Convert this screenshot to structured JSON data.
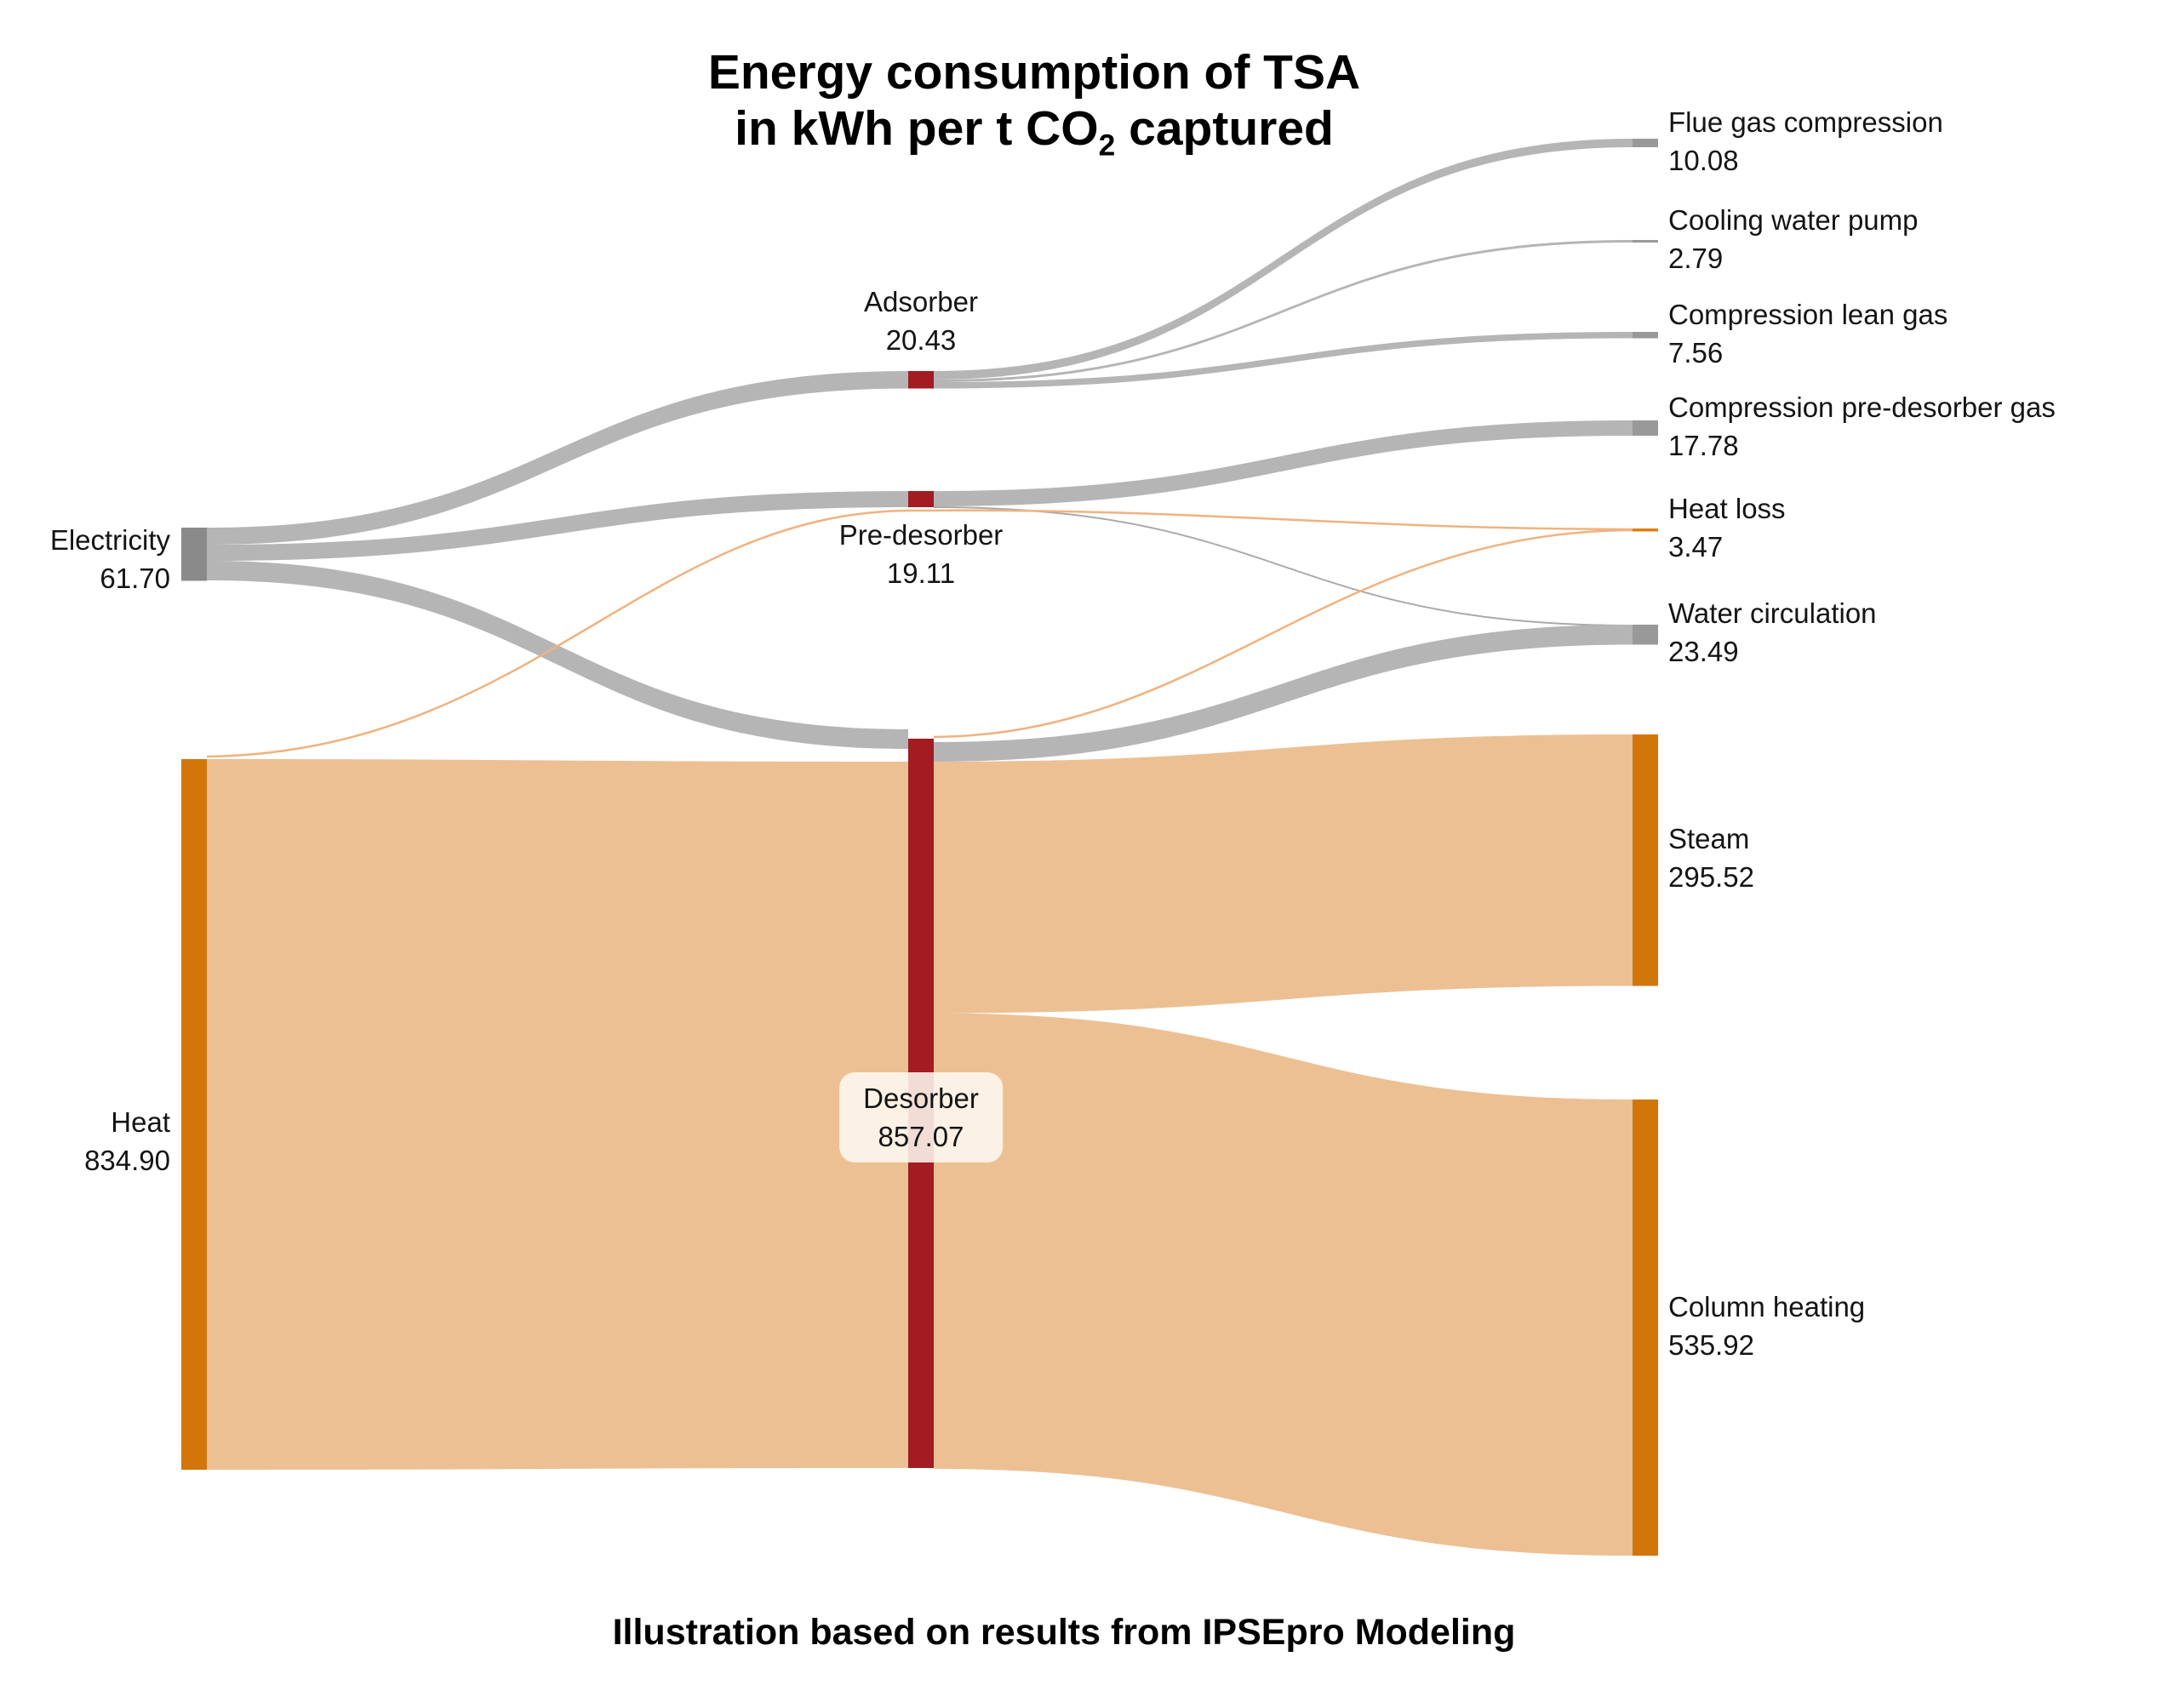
{
  "title": {
    "line1": "Energy consumption of TSA",
    "line2_pre": "in kWh per t CO",
    "line2_sub": "2",
    "line2_post": " captured"
  },
  "caption": {
    "text": "Illustration based on results from IPSEpro Modeling"
  },
  "chart_data": {
    "type": "sankey",
    "orientation": "left-to-right",
    "unit": "kWh per t CO2 captured",
    "columns": [
      "sources",
      "process-units",
      "sinks"
    ],
    "nodes": [
      {
        "name": "Electricity",
        "value": "61.70",
        "column": "left",
        "color": "#8a8a8a"
      },
      {
        "name": "Heat",
        "value": "834.90",
        "column": "left",
        "color": "#d2760c"
      },
      {
        "name": "Adsorber",
        "value": "20.43",
        "column": "middle",
        "color": "#a21c21"
      },
      {
        "name": "Pre-desorber",
        "value": "19.11",
        "column": "middle",
        "color": "#a21c21"
      },
      {
        "name": "Desorber",
        "value": "857.07",
        "column": "middle",
        "color": "#a21c21"
      },
      {
        "name": "Flue gas compression",
        "value": "10.08",
        "column": "right",
        "color": "#999999"
      },
      {
        "name": "Cooling water pump",
        "value": "2.79",
        "column": "right",
        "color": "#999999"
      },
      {
        "name": "Compression lean gas",
        "value": "7.56",
        "column": "right",
        "color": "#999999"
      },
      {
        "name": "Compression pre-desorber gas",
        "value": "17.78",
        "column": "right",
        "color": "#999999"
      },
      {
        "name": "Heat loss",
        "value": "3.47",
        "column": "right",
        "color": "#e07d10"
      },
      {
        "name": "Water circulation",
        "value": "23.49",
        "column": "right",
        "color": "#999999"
      },
      {
        "name": "Steam",
        "value": "295.52",
        "column": "right",
        "color": "#d2760c"
      },
      {
        "name": "Column heating",
        "value": "535.92",
        "column": "right",
        "color": "#d2760c"
      }
    ],
    "links": [
      {
        "source": "Electricity",
        "target": "Adsorber",
        "value": 20.43,
        "color": "#b5b5b5"
      },
      {
        "source": "Electricity",
        "target": "Pre-desorber",
        "value": 19.11,
        "color": "#b5b5b5"
      },
      {
        "source": "Electricity",
        "target": "Desorber",
        "value": 22.16,
        "color": "#b5b5b5"
      },
      {
        "source": "Heat",
        "target": "Desorber",
        "value": 834.9,
        "color": "#ecc093"
      },
      {
        "source": "Adsorber",
        "target": "Flue gas compression",
        "value": 10.08,
        "color": "#b5b5b5"
      },
      {
        "source": "Adsorber",
        "target": "Cooling water pump",
        "value": 2.79,
        "color": "#b5b5b5"
      },
      {
        "source": "Adsorber",
        "target": "Compression lean gas",
        "value": 7.56,
        "color": "#b5b5b5"
      },
      {
        "source": "Pre-desorber",
        "target": "Compression pre-desorber gas",
        "value": 17.78,
        "color": "#b5b5b5"
      },
      {
        "source": "Pre-desorber",
        "target": "Water circulation",
        "value": 1.33,
        "color": "#b5b5b5"
      },
      {
        "source": "Desorber",
        "target": "Water circulation",
        "value": 22.16,
        "color": "#b5b5b5"
      },
      {
        "source": "Desorber",
        "target": "Heat loss",
        "value": 3.47,
        "color": "#f0b27f"
      },
      {
        "source": "Desorber",
        "target": "Steam",
        "value": 295.52,
        "color": "#ecc093"
      },
      {
        "source": "Desorber",
        "target": "Column heating",
        "value": 535.92,
        "color": "#ecc093"
      }
    ],
    "palette": {
      "flow_gray": "#b5b5b5",
      "flow_heat": "#ecc093",
      "flow_heat_loss": "#f0b27f",
      "node_electricity": "#8a8a8a",
      "node_gray_sink": "#999999",
      "node_process_red": "#a21c21",
      "node_heat_orange": "#d2760c",
      "node_heat_loss": "#e07d10",
      "background": "#ffffff"
    }
  }
}
